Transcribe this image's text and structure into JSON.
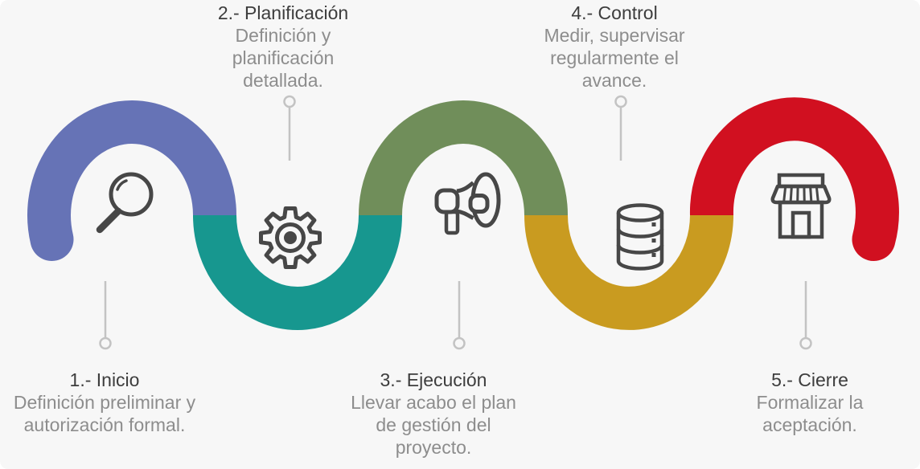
{
  "style": {
    "background": "#f7f7f7",
    "icon_stroke": "#474747",
    "connector_color": "#c3c3c3",
    "title_color": "#3d3d3d",
    "subtitle_color": "#8d8d8d"
  },
  "phases": [
    {
      "number": "1",
      "title": "1.- Inicio",
      "desc_lines": [
        "Definición preliminar y",
        "autorización formal."
      ],
      "color": "#6673b6",
      "icon": "magnifying-glass-icon",
      "label_position": "bottom"
    },
    {
      "number": "2",
      "title": "2.- Planificación",
      "desc_lines": [
        "Definición y",
        "planificación",
        "detallada."
      ],
      "color": "#17978f",
      "icon": "gear-icon",
      "label_position": "top"
    },
    {
      "number": "3",
      "title": "3.- Ejecución",
      "desc_lines": [
        "Llevar acabo el plan",
        "de gestión del",
        "proyecto."
      ],
      "color": "#708e5a",
      "icon": "megaphone-icon",
      "label_position": "bottom"
    },
    {
      "number": "4",
      "title": "4.- Control",
      "desc_lines": [
        "Medir, supervisar",
        "regularmente el",
        "avance."
      ],
      "color": "#c99b20",
      "icon": "database-icon",
      "label_position": "top"
    },
    {
      "number": "5",
      "title": "5.- Cierre",
      "desc_lines": [
        "Formalizar la",
        "aceptación."
      ],
      "color": "#d11020",
      "icon": "store-icon",
      "label_position": "bottom"
    }
  ]
}
